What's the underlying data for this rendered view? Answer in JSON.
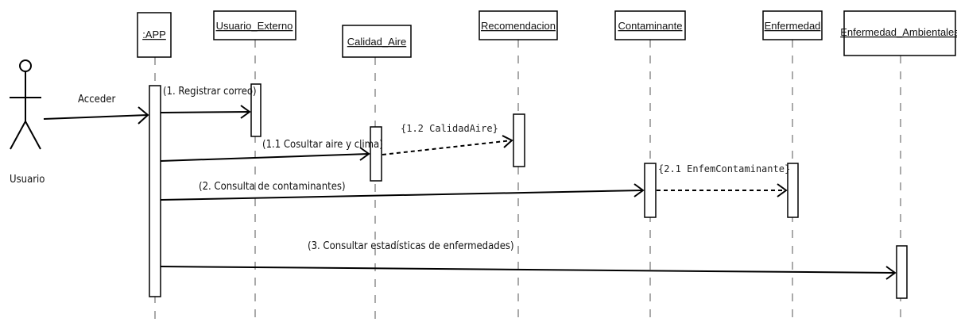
{
  "actor": {
    "name": "Usuario"
  },
  "participants": [
    {
      "id": "app",
      "label": ":APP"
    },
    {
      "id": "usuario_externo",
      "label": "Usuario_Externo"
    },
    {
      "id": "calidad_aire",
      "label": "Calidad_Aire"
    },
    {
      "id": "recomendacion",
      "label": "Recomendacion"
    },
    {
      "id": "contaminante",
      "label": "Contaminante"
    },
    {
      "id": "enfermedad",
      "label": "Enfermedad"
    },
    {
      "id": "enfermedad_ambientales",
      "label": "Enfermedad_Ambientales"
    }
  ],
  "messages": [
    {
      "id": "m0",
      "label": "Acceder",
      "from": "actor",
      "to": "app",
      "style": "solid"
    },
    {
      "id": "m1",
      "label": "(1. Registrar correo)",
      "from": "app",
      "to": "usuario_externo",
      "style": "solid"
    },
    {
      "id": "m11",
      "label": "(1.1 Cosultar aire y clima)",
      "from": "app",
      "to": "calidad_aire",
      "style": "solid"
    },
    {
      "id": "m12",
      "label": "{1.2 CalidadAire}",
      "from": "calidad_aire",
      "to": "recomendacion",
      "style": "dashed"
    },
    {
      "id": "m2",
      "label": "(2. Consulta de contaminantes)",
      "from": "app",
      "to": "contaminante",
      "style": "solid"
    },
    {
      "id": "m21",
      "label": "{2.1 EnfemContaminante}",
      "from": "contaminante",
      "to": "enfermedad",
      "style": "dashed"
    },
    {
      "id": "m3",
      "label": "(3. Consultar estadísticas de enfermedades)",
      "from": "app",
      "to": "enfermedad_ambientales",
      "style": "solid"
    }
  ]
}
